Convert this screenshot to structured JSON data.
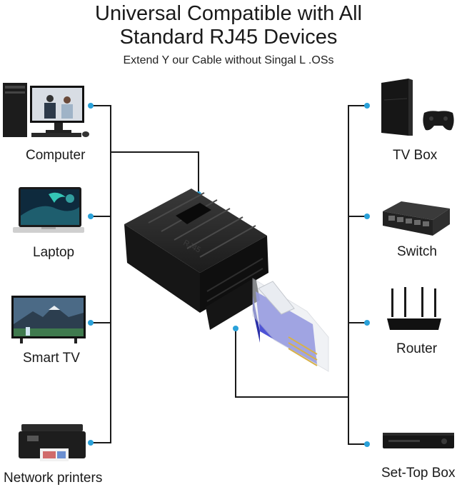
{
  "header": {
    "title_line1": "Universal Compatible with All",
    "title_line2": "Standard RJ45 Devices",
    "subtitle": "Extend Y our Cable without Singal L .OSs"
  },
  "left_devices": [
    {
      "label": "Computer",
      "icon": "computer-icon"
    },
    {
      "label": "Laptop",
      "icon": "laptop-icon"
    },
    {
      "label": "Smart TV",
      "icon": "smart-tv-icon"
    },
    {
      "label": "Network printers",
      "icon": "printer-icon"
    }
  ],
  "right_devices": [
    {
      "label": "TV Box",
      "icon": "tv-box-icon"
    },
    {
      "label": "Switch",
      "icon": "network-switch-icon"
    },
    {
      "label": "Router",
      "icon": "router-icon"
    },
    {
      "label": "Set-Top Box",
      "icon": "set-top-box-icon"
    }
  ],
  "product": {
    "icon": "rj45-adapter-icon",
    "port_text": "RJ45"
  },
  "colors": {
    "wire": "#1a1a1a",
    "dot": "#2aa1d9",
    "plug_blue": "#3a3fd0"
  }
}
